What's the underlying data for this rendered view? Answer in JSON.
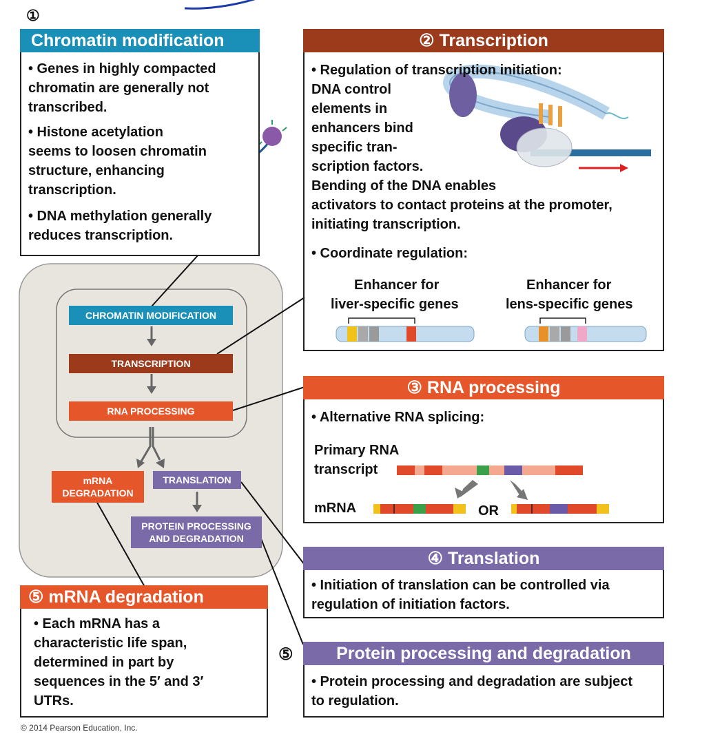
{
  "colors": {
    "chromatin": "#1a8fb8",
    "transcription": "#9c3a1c",
    "rna_processing": "#e6562b",
    "translation": "#7a6aa8",
    "degradation": "#e6562b",
    "protein": "#7a6aa8",
    "panel_bg": "#e8e4de"
  },
  "markers": {
    "one": "①",
    "two": "②",
    "three": "③",
    "four": "④",
    "five_a": "⑤",
    "five_b": "⑤"
  },
  "chromatin": {
    "title": "Chromatin modification",
    "b1": "• Genes in highly compacted chromatin are generally not transcribed.",
    "b2": "• Histone acetylation seems to loosen chromatin structure, enhancing transcription.",
    "b3": "• DNA methylation generally reduces transcription."
  },
  "transcription": {
    "title": "Transcription",
    "b1": "• Regulation of transcription initiation:",
    "b1_l1": "DNA control",
    "b1_l2": "elements in",
    "b1_l3": "enhancers bind",
    "b1_l4": "specific tran-",
    "b1_l5": "scription factors.",
    "b1_l6": "Bending of the DNA enables",
    "b1_l7": "activators to contact proteins at the promoter,",
    "b1_l8": "initiating transcription.",
    "b2": "• Coordinate regulation:",
    "enh_liver_1": "Enhancer for",
    "enh_liver_2": "liver-specific genes",
    "enh_lens_1": "Enhancer for",
    "enh_lens_2": "lens-specific genes"
  },
  "rna": {
    "title": "RNA processing",
    "b1": "• Alternative RNA splicing:",
    "primary_1": "Primary RNA",
    "primary_2": "transcript",
    "mrna": "mRNA",
    "or": "OR"
  },
  "translation": {
    "title": "Translation",
    "b1": "• Initiation of translation can be controlled via regulation of initiation factors."
  },
  "mrna_deg": {
    "title": "mRNA degradation",
    "b1": "• Each mRNA has a characteristic life span, determined in part by sequences in the 5′ and 3′ UTRs."
  },
  "protein": {
    "title": "Protein processing and degradation",
    "b1": "• Protein processing and degradation are subject to regulation."
  },
  "flow": {
    "chromatin": "CHROMATIN MODIFICATION",
    "transcription": "TRANSCRIPTION",
    "rna": "RNA PROCESSING",
    "mrna_deg_1": "mRNA",
    "mrna_deg_2": "DEGRADATION",
    "translation": "TRANSLATION",
    "protein_1": "PROTEIN PROCESSING",
    "protein_2": "AND DEGRADATION"
  },
  "copyright": "© 2014 Pearson Education, Inc."
}
